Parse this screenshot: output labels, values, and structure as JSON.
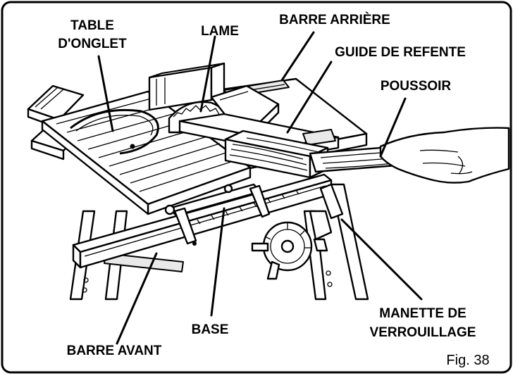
{
  "labels": {
    "miter_table_line1": "TABLE",
    "miter_table_line2": "D'ONGLET",
    "blade": "LAME",
    "rear_bar": "BARRE ARRIÈRE",
    "rip_fence": "GUIDE DE REFENTE",
    "push_stick": "POUSSOIR",
    "base": "BASE",
    "front_bar": "BARRE AVANT",
    "lock_handle_line1": "MANETTE DE",
    "lock_handle_line2": "VERROUILLAGE"
  },
  "figure_caption": "Fig. 38"
}
